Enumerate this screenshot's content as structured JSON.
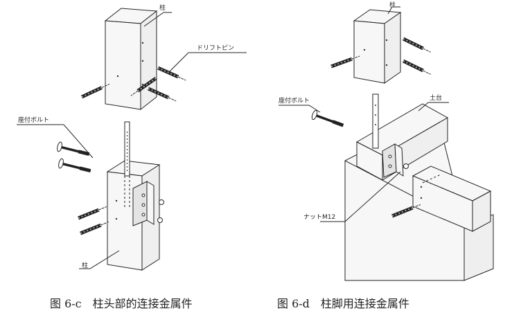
{
  "left_figure": {
    "label_top_column": "柱",
    "label_drift_pin": "ドリフトピン",
    "label_seat_bolt": "座付ボルト",
    "label_bottom_column": "柱",
    "caption": "图 6-c　柱头部的连接金属件"
  },
  "right_figure": {
    "label_column": "柱",
    "label_sill": "土台",
    "label_seat_bolt": "座付ボルト",
    "label_nut": "ナットM12",
    "caption": "图 6-d　柱脚用连接金属件"
  }
}
